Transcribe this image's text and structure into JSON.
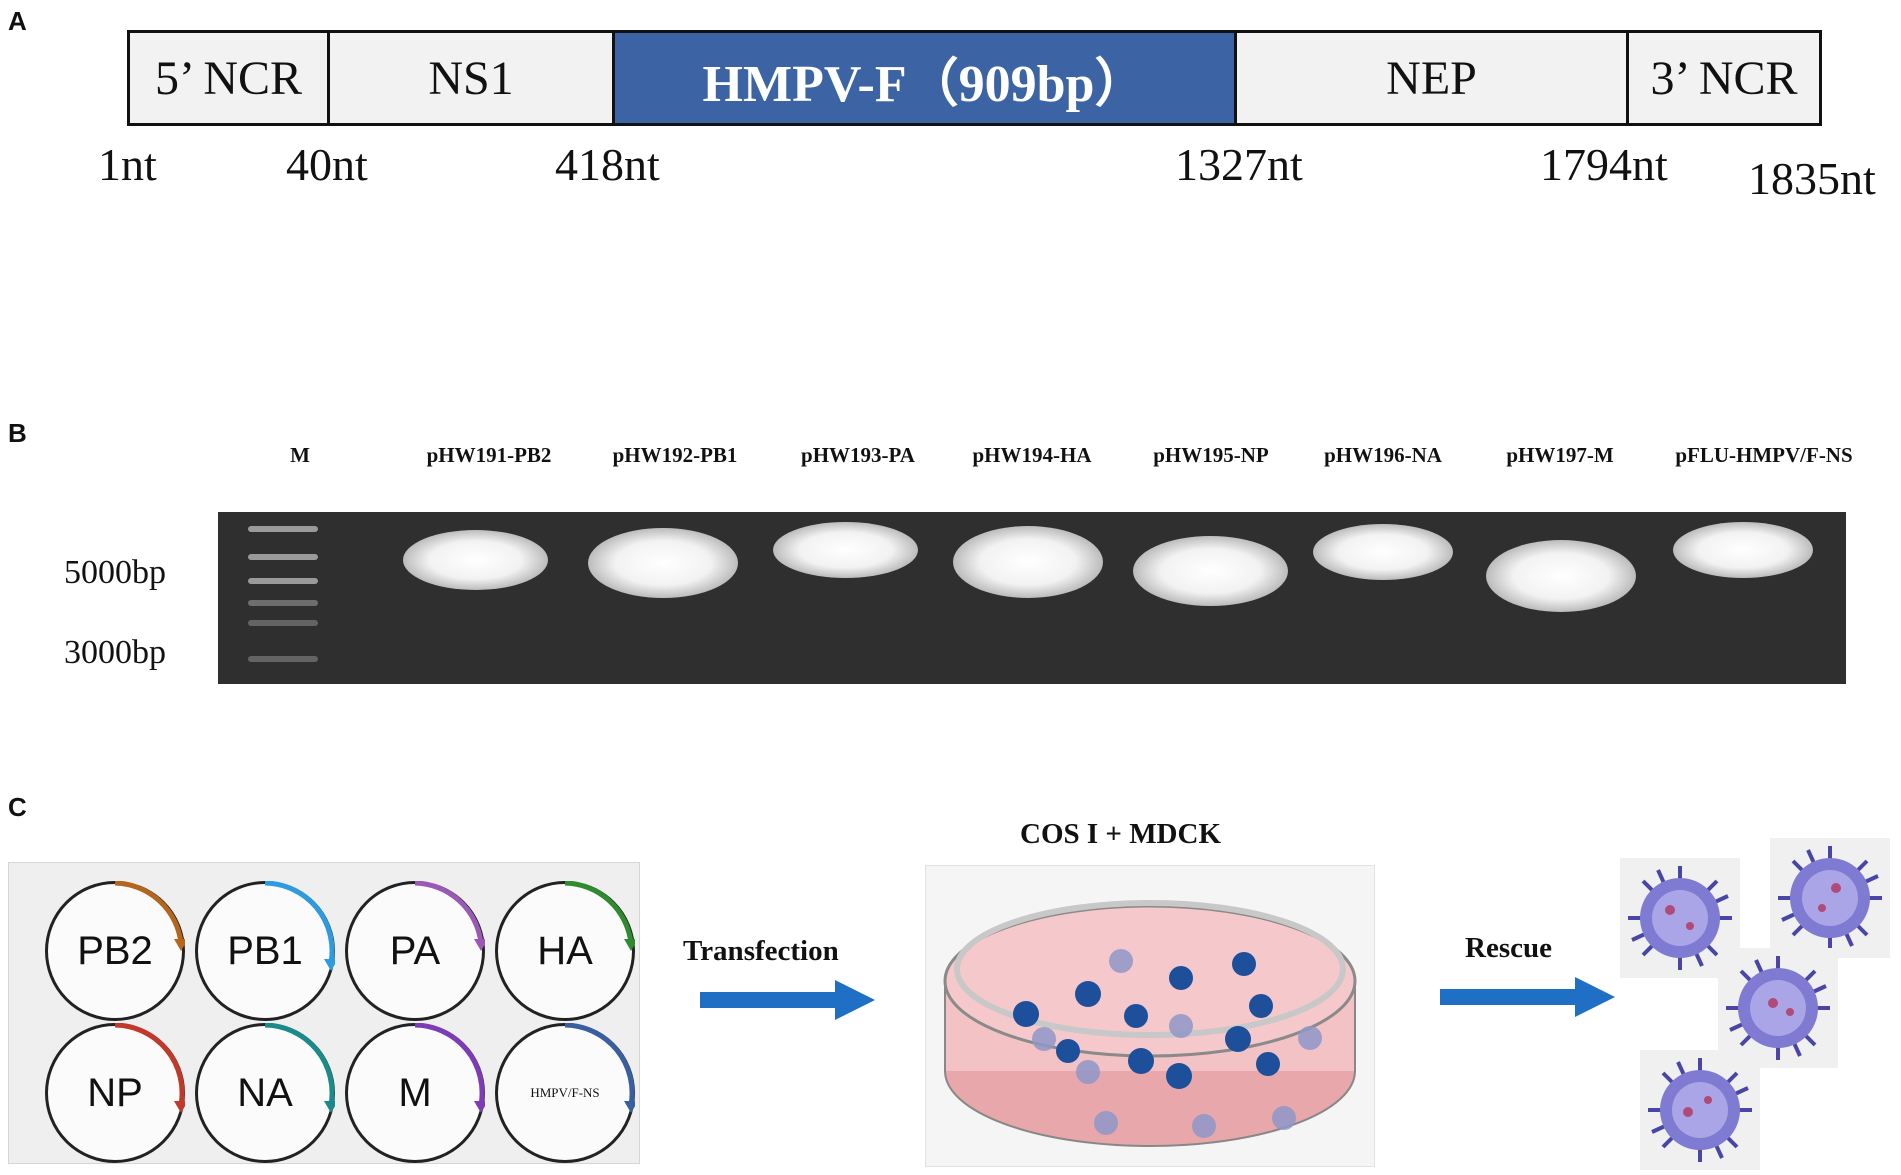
{
  "panels": {
    "a": "A",
    "b": "B",
    "c": "C"
  },
  "genome": {
    "segments": [
      {
        "label": "5’ NCR",
        "highlight": false
      },
      {
        "label": "NS1",
        "highlight": false
      },
      {
        "label": "HMPV-F（909bp）",
        "highlight": true
      },
      {
        "label": "NEP",
        "highlight": false
      },
      {
        "label": "3’ NCR",
        "highlight": false
      }
    ],
    "positions": [
      "1nt",
      "40nt",
      "418nt",
      "1327nt",
      "1794nt",
      "1835nt"
    ],
    "highlight_color": "#3c64a5"
  },
  "gel": {
    "lanes": [
      "M",
      "pHW191-PB2",
      "pHW192-PB1",
      "pHW193-PA",
      "pHW194-HA",
      "pHW195-NP",
      "pHW196-NA",
      "pHW197-M",
      "pFLU-HMPV/F-NS"
    ],
    "size_markers": [
      "5000bp",
      "3000bp"
    ]
  },
  "rescue": {
    "plasmids": [
      {
        "label": "PB2",
        "arc_color": "#b5651d"
      },
      {
        "label": "PB1",
        "arc_color": "#2e9be0"
      },
      {
        "label": "PA",
        "arc_color": "#9b59b6"
      },
      {
        "label": "HA",
        "arc_color": "#2e8b2e"
      },
      {
        "label": "NP",
        "arc_color": "#c0392b"
      },
      {
        "label": "NA",
        "arc_color": "#1a8a8a"
      },
      {
        "label": "M",
        "arc_color": "#7d3cb5"
      },
      {
        "label": "HMPV/F-NS",
        "arc_color": "#3a5fa0"
      }
    ],
    "step1": "Transfection",
    "cells": "COS I + MDCK",
    "step2": "Rescue",
    "arrow_color": "#1f6fc4"
  }
}
